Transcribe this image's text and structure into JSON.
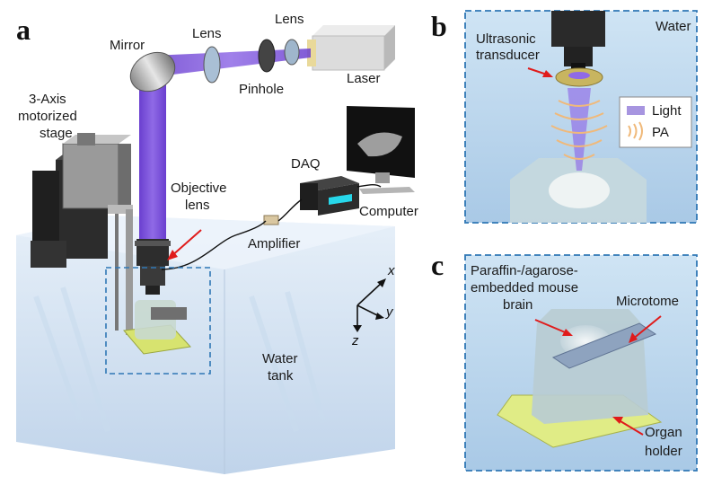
{
  "panels": {
    "a": "a",
    "b": "b",
    "c": "c"
  },
  "colors": {
    "laser_beam": "#7b52d6",
    "water": "#cfe3f3",
    "holder": "#dde98a",
    "dashed_frame": "#2f77b5",
    "arrow": "#e01b1b",
    "pa_wave": "#f0b97a"
  },
  "panel_a": {
    "mirror": "Mirror",
    "lens_1": "Lens",
    "lens_2": "Lens",
    "pinhole": "Pinhole",
    "laser": "Laser",
    "stage_line1": "3-Axis",
    "stage_line2": "motorized",
    "stage_line3": "stage",
    "objective_line1": "Objective",
    "objective_line2": "lens",
    "daq": "DAQ",
    "computer": "Computer",
    "amplifier": "Amplifier",
    "tank_line1": "Water",
    "tank_line2": "tank",
    "axis_x": "x",
    "axis_y": "y",
    "axis_z": "z"
  },
  "panel_b": {
    "water": "Water",
    "transducer_line1": "Ultrasonic",
    "transducer_line2": "transducer",
    "legend_light": "Light",
    "legend_pa": "PA"
  },
  "panel_c": {
    "brain_line1": "Paraffin-/agarose-",
    "brain_line2": "embedded mouse",
    "brain_line3": "brain",
    "microtome": "Microtome",
    "holder_line1": "Organ",
    "holder_line2": "holder"
  }
}
